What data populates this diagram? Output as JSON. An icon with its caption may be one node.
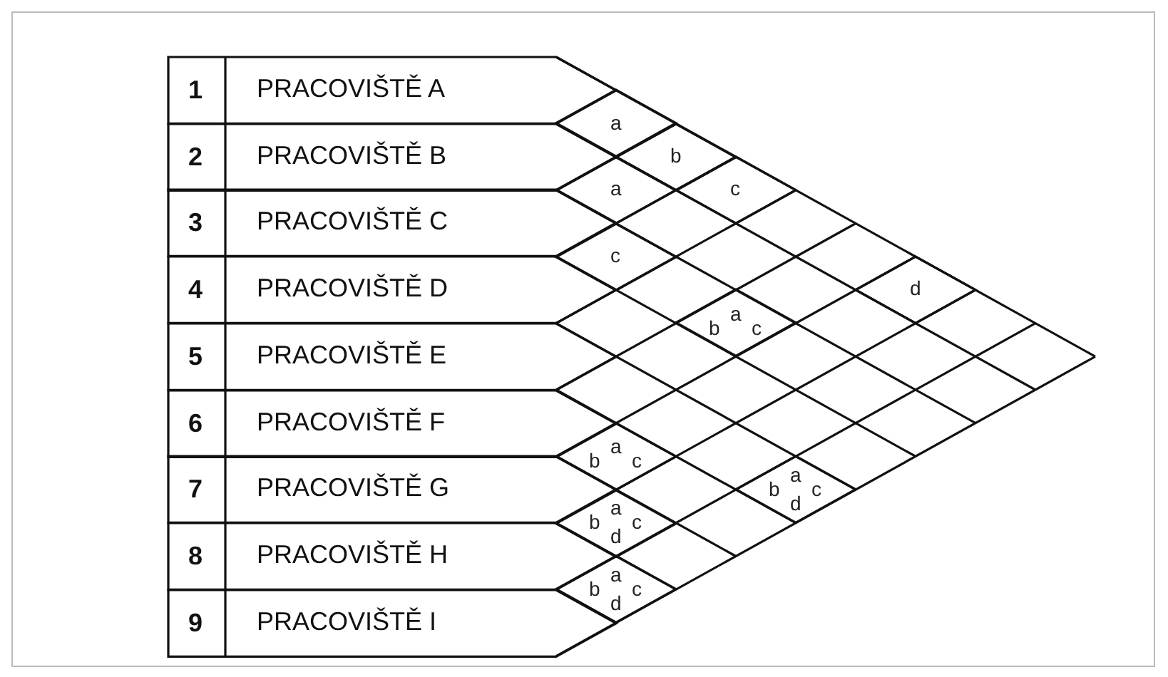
{
  "diagram": {
    "nodes": [
      {
        "text": [
          "1",
          "PRACOVIŠTĚ A"
        ]
      },
      {
        "text": [
          "2",
          "PRACOVIŠTĚ B"
        ]
      },
      {
        "text": [
          "3",
          "PRACOVIŠTĚ C"
        ]
      },
      {
        "text": [
          "4",
          "PRACOVIŠTĚ D"
        ]
      },
      {
        "text": [
          "5",
          "PRACOVIŠTĚ E"
        ]
      },
      {
        "text": [
          "6",
          "PRACOVIŠTĚ F"
        ]
      },
      {
        "text": [
          "7",
          "PRACOVIŠTĚ G"
        ]
      },
      {
        "text": [
          "8",
          "PRACOVIŠTĚ H"
        ]
      },
      {
        "text": [
          "9",
          "PRACOVIŠTĚ I"
        ]
      },
      {
        "text": [
          "a"
        ]
      },
      {
        "text": [
          "b"
        ]
      },
      {
        "text": [
          "c"
        ]
      },
      {
        "text": [
          "a"
        ]
      },
      {
        "text": [
          "c"
        ]
      },
      {
        "text": [
          "d"
        ]
      },
      {
        "text": [
          "b",
          "a",
          "c"
        ]
      },
      {
        "text": [
          "b",
          "a",
          "c"
        ]
      },
      {
        "text": [
          "b",
          "a",
          "d",
          "c"
        ]
      },
      {
        "text": [
          "b",
          "a",
          "d",
          "c"
        ]
      },
      {
        "text": [
          "b",
          "a",
          "d",
          "c"
        ]
      }
    ]
  }
}
